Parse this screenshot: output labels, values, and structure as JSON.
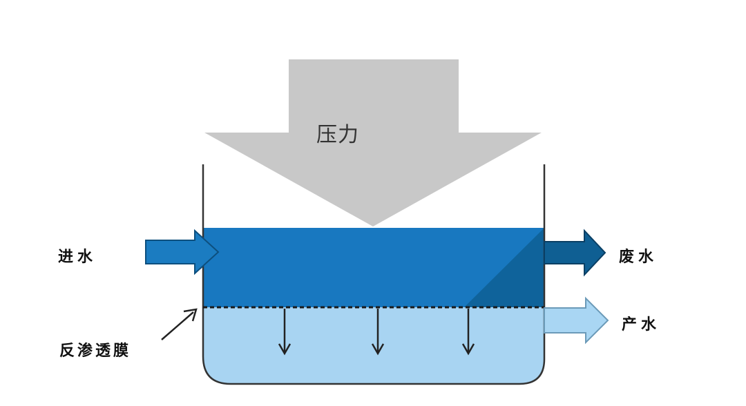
{
  "labels": {
    "pressure": "压力",
    "inlet": "进水",
    "waste": "废水",
    "product": "产水",
    "membrane": "反渗透膜"
  },
  "colors": {
    "pressure_arrow": "#c8c8c8",
    "feed_water": "#1878c0",
    "feed_water_dark": "#0e5f94",
    "permeate_water": "#a8d4f2",
    "inlet_arrow": "#1b7cc1",
    "waste_arrow": "#0f5f93",
    "product_arrow": "#a9d6f3",
    "outline": "#333333"
  }
}
